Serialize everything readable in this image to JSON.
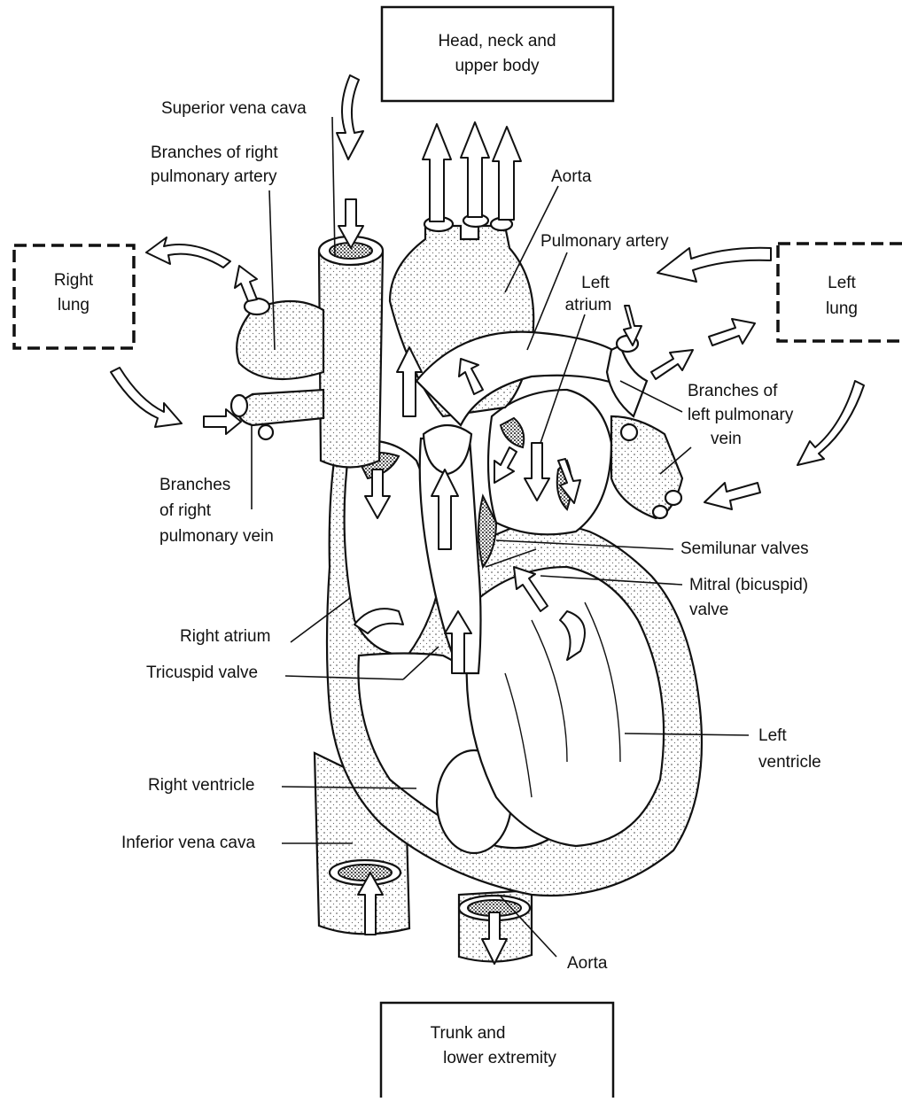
{
  "labels": {
    "head": [
      "Head, neck and",
      "upper body"
    ],
    "trunk": [
      "Trunk and",
      "lower extremity"
    ],
    "right_lung": [
      "Right",
      "lung"
    ],
    "left_lung": [
      "Left",
      "lung"
    ],
    "superior_vena_cava": "Superior vena cava",
    "branches_right_pulm_artery": [
      "Branches of right",
      "pulmonary artery"
    ],
    "aorta_top": "Aorta",
    "pulmonary_artery": "Pulmonary artery",
    "left_atrium": [
      "Left",
      "atrium"
    ],
    "branches_left_pulm_vein": [
      "Branches of",
      "left pulmonary",
      "vein"
    ],
    "branches_right_pulm_vein": [
      "Branches",
      "of right",
      "pulmonary vein"
    ],
    "semilunar_valves": "Semilunar valves",
    "mitral_valve": [
      "Mitral (bicuspid)",
      "valve"
    ],
    "right_atrium": "Right atrium",
    "tricuspid_valve": "Tricuspid valve",
    "left_ventricle": [
      "Left",
      "ventricle"
    ],
    "right_ventricle": "Right ventricle",
    "inferior_vena_cava": "Inferior vena cava",
    "aorta_bottom": "Aorta"
  }
}
